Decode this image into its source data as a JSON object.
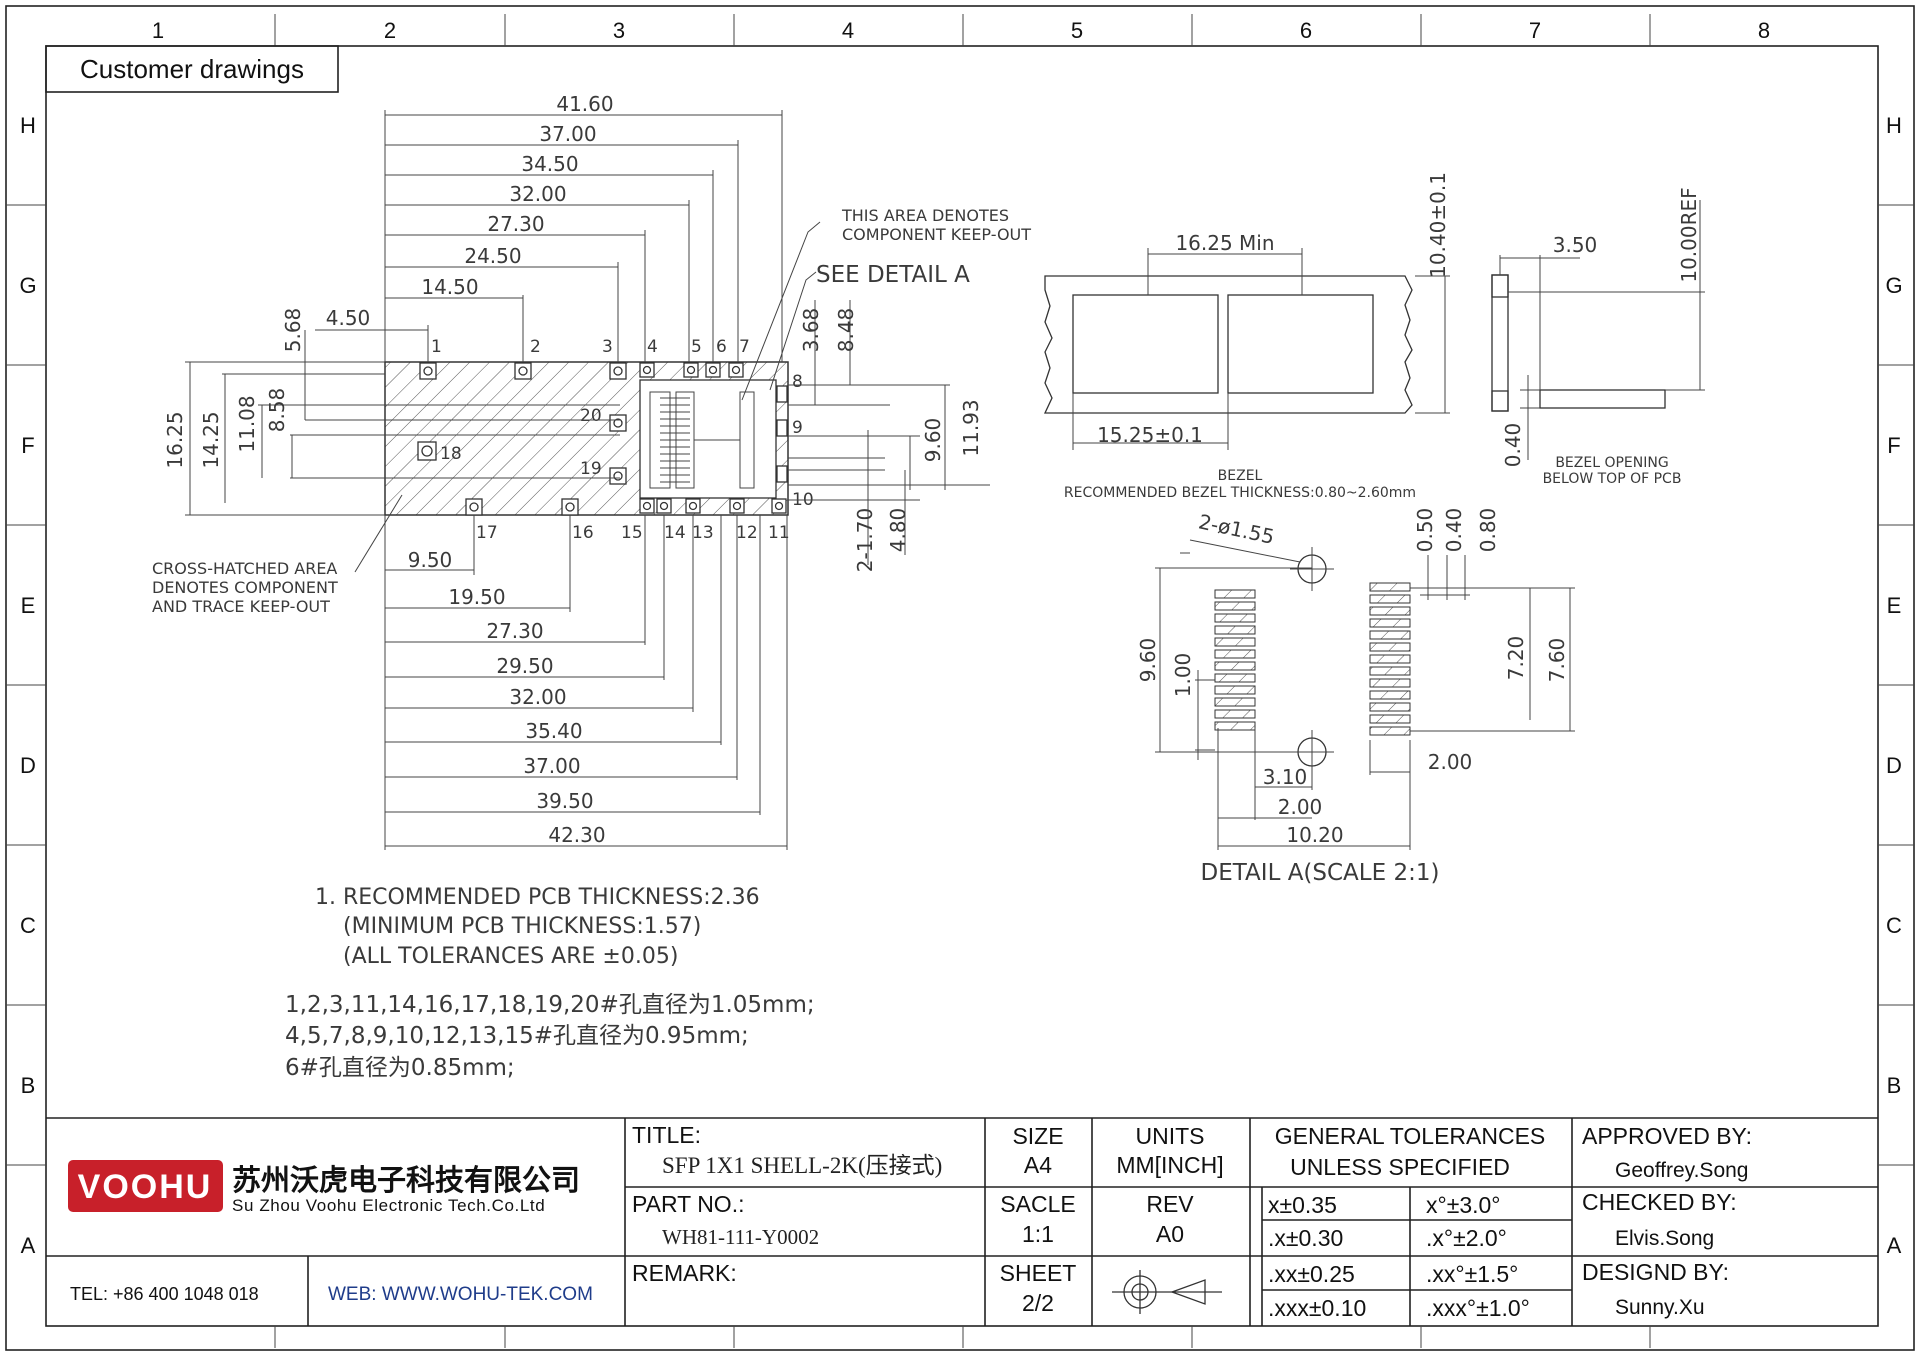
{
  "frame": {
    "columns": [
      "1",
      "2",
      "3",
      "4",
      "5",
      "6",
      "7",
      "8"
    ],
    "rows": [
      "H",
      "G",
      "F",
      "E",
      "D",
      "C",
      "B",
      "A"
    ]
  },
  "header_label": "Customer drawings",
  "main_view": {
    "top_dims": [
      "41.60",
      "37.00",
      "34.50",
      "32.00",
      "27.30",
      "24.50",
      "14.50",
      "4.50"
    ],
    "bottom_dims": [
      "9.50",
      "19.50",
      "27.30",
      "29.50",
      "32.00",
      "35.40",
      "37.00",
      "39.50",
      "42.30"
    ],
    "left_dims": [
      "16.25",
      "14.25",
      "11.08",
      "8.58",
      "5.68"
    ],
    "right_dims": [
      "3.68",
      "8.48",
      "9.60",
      "11.93",
      "2-1.70",
      "4.80"
    ],
    "hole_labels": [
      "1",
      "2",
      "3",
      "4",
      "5",
      "6",
      "7",
      "8",
      "9",
      "10",
      "11",
      "12",
      "13",
      "14",
      "15",
      "16",
      "17",
      "18",
      "19",
      "20"
    ],
    "keepout_note": [
      "THIS AREA DENOTES",
      "COMPONENT KEEP-OUT"
    ],
    "detail_ref": "SEE DETAIL A",
    "crosshatch_note": [
      "CROSS-HATCHED AREA",
      "DENOTES COMPONENT",
      "AND TRACE KEEP-OUT"
    ]
  },
  "bezel_view": {
    "dim_min": "16.25 Min",
    "dim_height": "10.40±0.1",
    "dim_pitch": "15.25±0.1",
    "title": "BEZEL",
    "thickness_note": "RECOMMENDED BEZEL THICKNESS:0.80~2.60mm"
  },
  "side_view": {
    "dim_350": "3.50",
    "dim_ref": "10.00REF",
    "dim_040": "0.40",
    "note": [
      "BEZEL OPENING",
      "BELOW TOP OF PCB"
    ]
  },
  "detail_a": {
    "holes_label": "2-ø1.55",
    "dims_top": [
      "0.50",
      "0.40",
      "0.80"
    ],
    "dim_960": "9.60",
    "dim_100": "1.00",
    "dim_720": "7.20",
    "dim_760": "7.60",
    "dim_310": "3.10",
    "dim_200a": "2.00",
    "dim_200b": "2.00",
    "dim_1020": "10.20",
    "title": "DETAIL A(SCALE 2:1)"
  },
  "notes": {
    "line1": "1. RECOMMENDED PCB THICKNESS:2.36",
    "line2": "(MINIMUM PCB THICKNESS:1.57)",
    "line3": "(ALL TOLERANCES ARE ±0.05)",
    "hole1": "1,2,3,11,14,16,17,18,19,20#孔直径为1.05mm;",
    "hole2": "4,5,7,8,9,10,12,13,15#孔直径为0.95mm;",
    "hole3": "6#孔直径为0.85mm;"
  },
  "title_block": {
    "logo_text": "VOOHU",
    "company_cn": "苏州沃虎电子科技有限公司",
    "company_en": "Su Zhou Voohu Electronic Tech.Co.Ltd",
    "tel": "TEL: +86 400 1048 018",
    "web": "WEB: WWW.WOHU-TEK.COM",
    "title_label": "TITLE:",
    "title_value": "SFP 1X1 SHELL-2K(压接式)",
    "part_label": "PART NO.:",
    "part_value": "WH81-111-Y0002",
    "remark_label": "REMARK:",
    "size_label": "SIZE",
    "size_value": "A4",
    "scale_label": "SACLE",
    "scale_value": "1:1",
    "sheet_label": "SHEET",
    "sheet_value": "2/2",
    "units_label": "UNITS",
    "units_value": "MM[INCH]",
    "rev_label": "REV",
    "rev_value": "A0",
    "tol_header1": "GENERAL TOLERANCES",
    "tol_header2": "UNLESS SPECIFIED",
    "tol_rows": [
      [
        "x±0.35",
        "x°±3.0°"
      ],
      [
        ".x±0.30",
        ".x°±2.0°"
      ],
      [
        ".xx±0.25",
        ".xx°±1.5°"
      ],
      [
        ".xxx±0.10",
        ".xxx°±1.0°"
      ]
    ],
    "approved_label": "APPROVED BY:",
    "approved_value": "Geoffrey.Song",
    "checked_label": "CHECKED BY:",
    "checked_value": "Elvis.Song",
    "designed_label": "DESIGND BY:",
    "designed_value": "Sunny.Xu"
  },
  "colors": {
    "logo_red": "#c8202a",
    "web_blue": "#1f3c8a"
  }
}
